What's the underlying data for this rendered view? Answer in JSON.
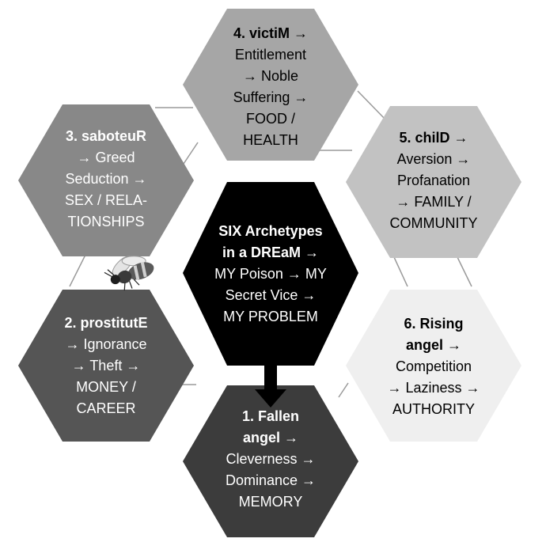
{
  "center": {
    "fill": "#000000",
    "text_color": "#ffffff",
    "lines": [
      {
        "text": "SIX Archetypes",
        "bold": true
      },
      {
        "text": "in a DREaM →",
        "bold": true
      },
      {
        "text": "MY Poison → MY",
        "bold": false
      },
      {
        "text": "Secret Vice →",
        "bold": false
      },
      {
        "text": "MY PROBLEM",
        "bold": false
      }
    ]
  },
  "archetypes": [
    {
      "id": "fallen-angel",
      "fill": "#3c3c3c",
      "text_color": "#ffffff",
      "lines": [
        {
          "text": "1. Fallen",
          "bold": true
        },
        {
          "text": "angel →",
          "bold": true
        },
        {
          "text": "Cleverness →",
          "bold": false
        },
        {
          "text": "Dominance →",
          "bold": false
        },
        {
          "text": "MEMORY",
          "bold": false
        }
      ]
    },
    {
      "id": "prostitute",
      "fill": "#555555",
      "text_color": "#ffffff",
      "lines": [
        {
          "text": "2. prostitutE",
          "bold": true
        },
        {
          "text": "→ Ignorance",
          "bold": false
        },
        {
          "text": "→ Theft →",
          "bold": false
        },
        {
          "text": "MONEY /",
          "bold": false
        },
        {
          "text": "CAREER",
          "bold": false
        }
      ]
    },
    {
      "id": "saboteur",
      "fill": "#888888",
      "text_color": "#ffffff",
      "lines": [
        {
          "text": "3. saboteuR",
          "bold": true
        },
        {
          "text": "→ Greed",
          "bold": false
        },
        {
          "text": "Seduction →",
          "bold": false
        },
        {
          "text": "SEX / RELA-",
          "bold": false
        },
        {
          "text": "TIONSHIPS",
          "bold": false
        }
      ]
    },
    {
      "id": "victim",
      "fill": "#a6a6a6",
      "text_color": "#000000",
      "lines": [
        {
          "text": "4. victiM →",
          "bold": true
        },
        {
          "text": "Entitlement",
          "bold": false
        },
        {
          "text": "→ Noble",
          "bold": false
        },
        {
          "text": "Suffering →",
          "bold": false
        },
        {
          "text": "FOOD /",
          "bold": false
        },
        {
          "text": "HEALTH",
          "bold": false
        }
      ]
    },
    {
      "id": "child",
      "fill": "#c2c2c2",
      "text_color": "#000000",
      "lines": [
        {
          "text": "5. chilD →",
          "bold": true
        },
        {
          "text": "Aversion →",
          "bold": false
        },
        {
          "text": "Profanation",
          "bold": false
        },
        {
          "text": "→  FAMILY /",
          "bold": false
        },
        {
          "text": "COMMUNITY",
          "bold": false
        }
      ]
    },
    {
      "id": "rising-angel",
      "fill": "#efefef",
      "text_color": "#000000",
      "lines": [
        {
          "text": "6. Rising",
          "bold": true
        },
        {
          "text": "angel →",
          "bold": true
        },
        {
          "text": "Competition",
          "bold": false
        },
        {
          "text": "→ Laziness →",
          "bold": false
        },
        {
          "text": "AUTHORITY",
          "bold": false
        }
      ]
    }
  ],
  "colors": {
    "connector": "#9a9a9a",
    "arrow": "#000000"
  },
  "icons": [
    "bee-icon"
  ]
}
